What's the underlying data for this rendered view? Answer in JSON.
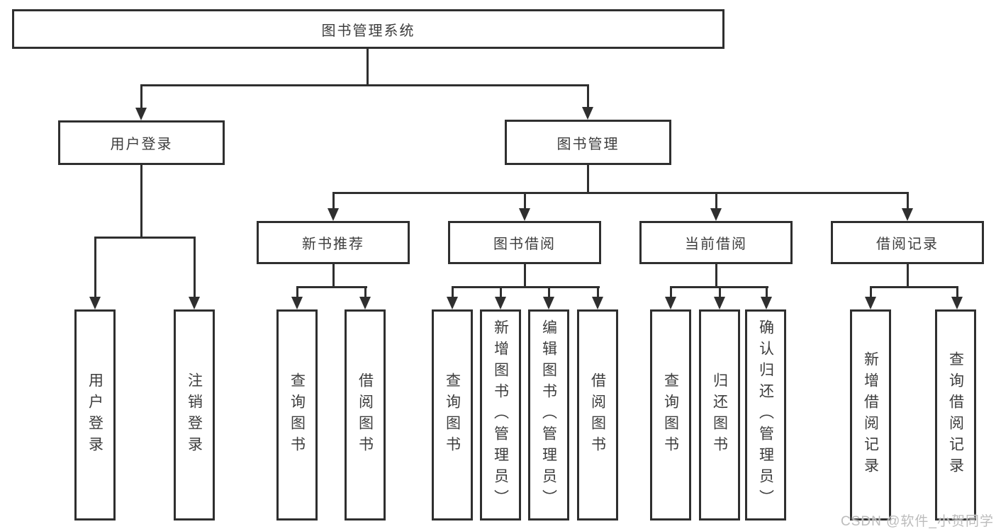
{
  "colors": {
    "line": "#2f2f2f",
    "text": "#3d3d3d",
    "background": "#ffffff",
    "watermark": "#bcbcbc"
  },
  "watermark": {
    "text": "CSDN @软件_小贺同学"
  },
  "tree": {
    "label": "图书管理系统",
    "children": [
      {
        "label": "用户登录",
        "children": [
          {
            "label": "用户登录"
          },
          {
            "label": "注销登录"
          }
        ]
      },
      {
        "label": "图书管理",
        "children": [
          {
            "label": "新书推荐",
            "children": [
              {
                "label": "查询图书"
              },
              {
                "label": "借阅图书"
              }
            ]
          },
          {
            "label": "图书借阅",
            "children": [
              {
                "label": "查询图书"
              },
              {
                "label": "新增图书（管理员）"
              },
              {
                "label": "编辑图书（管理员）"
              },
              {
                "label": "借阅图书"
              }
            ]
          },
          {
            "label": "当前借阅",
            "children": [
              {
                "label": "查询图书"
              },
              {
                "label": "归还图书"
              },
              {
                "label": "确认归还（管理员）"
              }
            ]
          },
          {
            "label": "借阅记录",
            "children": [
              {
                "label": "新增借阅记录"
              },
              {
                "label": "查询借阅记录"
              }
            ]
          }
        ]
      }
    ]
  }
}
